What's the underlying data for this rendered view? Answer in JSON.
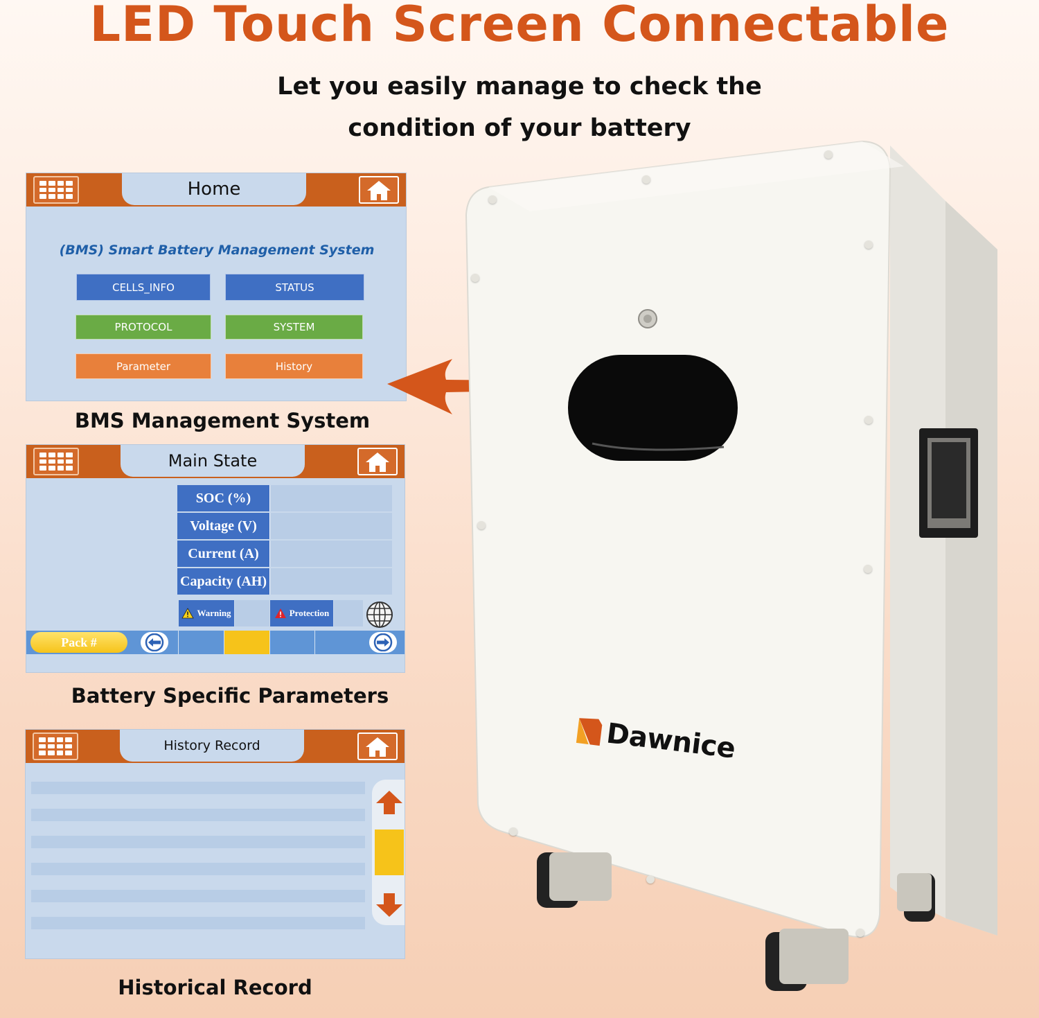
{
  "headline": "LED Touch Screen Connectable",
  "subheadline_line1": "Let you easily manage to check the",
  "subheadline_line2": "condition of your battery",
  "home_screen": {
    "title": "Home",
    "bms_title": "(BMS) Smart Battery Management System",
    "buttons": [
      "CELLS_INFO",
      "STATUS",
      "PROTOCOL",
      "SYSTEM",
      "Parameter",
      "History"
    ],
    "caption": "BMS Management System"
  },
  "main_state_screen": {
    "title": "Main State",
    "rows": [
      "SOC (%)",
      "Voltage (V)",
      "Current (A)",
      "Capacity (AH)"
    ],
    "warning_label": "Warning",
    "protection_label": "Protection",
    "pack_label": "Pack #",
    "caption": "Battery Specific Parameters"
  },
  "history_screen": {
    "title": "History Record",
    "caption": "Historical Record"
  },
  "brand": "Dawnice",
  "colors": {
    "accent_orange": "#d4561b",
    "header_orange": "#c9601d",
    "screen_blue": "#c9d9ec",
    "tile_blue": "#3f6fc3",
    "tile_green": "#6aab45",
    "tile_orange": "#e8803b"
  }
}
